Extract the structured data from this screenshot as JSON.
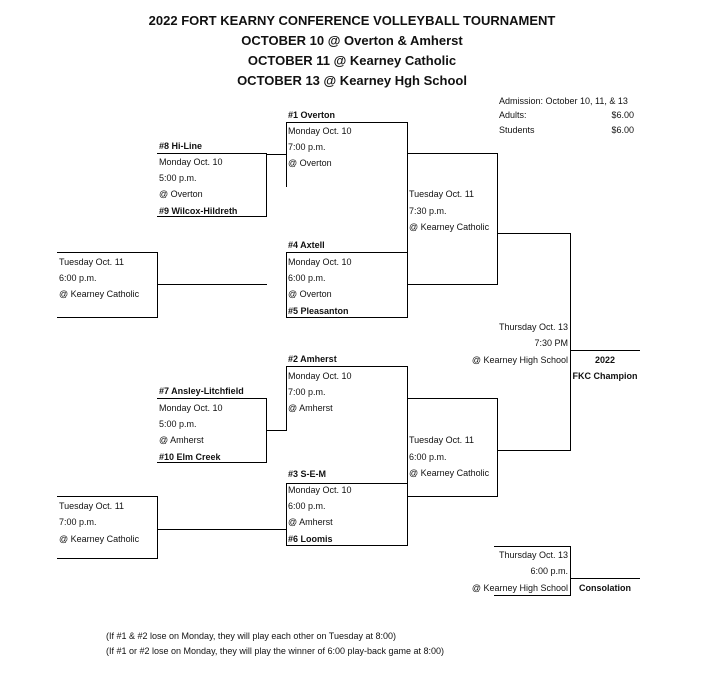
{
  "header": {
    "title": "2022 FORT KEARNY CONFERENCE VOLLEYBALL TOURNAMENT",
    "line2": "OCTOBER 10 @ Overton & Amherst",
    "line3": "OCTOBER 11 @ Kearney Catholic",
    "line4": "OCTOBER 13 @ Kearney Hgh School"
  },
  "admission": {
    "label": "Admission: October 10, 11, & 13",
    "adults_label": "Adults:",
    "adults_price": "$6.00",
    "students_label": "Students",
    "students_price": "$6.00"
  },
  "bracket": {
    "g1": {
      "team_top": "#1 Overton",
      "day": "Monday Oct. 10",
      "time": "7:00 p.m.",
      "site": "@ Overton"
    },
    "g8": {
      "team_top": "#8 Hi-Line",
      "day": "Monday Oct. 10",
      "time": "5:00 p.m.",
      "site": "@ Overton",
      "team_bottom": "#9 Wilcox-Hildreth"
    },
    "semi1": {
      "day": "Tuesday Oct. 11",
      "time": "7:30 p.m.",
      "site": "@ Kearney Catholic"
    },
    "g4": {
      "team_top": "#4 Axtell",
      "day": "Monday Oct. 10",
      "time": "6:00 p.m.",
      "site": "@ Overton",
      "team_bottom": "#5 Pleasanton"
    },
    "pb1": {
      "day": "Tuesday Oct. 11",
      "time": "6:00 p.m.",
      "site": "@ Kearney Catholic"
    },
    "final": {
      "day": "Thursday Oct. 13",
      "time": "7:30 PM",
      "site": "@ Kearney High School",
      "label_1": "2022",
      "label_2": "FKC Champion"
    },
    "g2": {
      "team_top": "#2 Amherst",
      "day": "Monday Oct. 10",
      "time": "7:00 p.m.",
      "site": "@ Amherst"
    },
    "g7": {
      "team_top": "#7 Ansley-Litchfield",
      "day": "Monday Oct. 10",
      "time": "5:00 p.m.",
      "site": "@ Amherst",
      "team_bottom": "#10 Elm Creek"
    },
    "semi2": {
      "day": "Tuesday Oct. 11",
      "time": "6:00 p.m.",
      "site": "@ Kearney Catholic"
    },
    "g3": {
      "team_top": "#3 S-E-M",
      "day": "Monday Oct. 10",
      "time": "6:00 p.m.",
      "site": "@ Amherst",
      "team_bottom": "#6 Loomis"
    },
    "pb2": {
      "day": "Tuesday Oct. 11",
      "time": "7:00 p.m.",
      "site": "@ Kearney Catholic"
    },
    "consolation": {
      "day": "Thursday Oct. 13",
      "time": "6:00 p.m.",
      "site": "@ Kearney High School",
      "label": "Consolation"
    }
  },
  "footnotes": {
    "note1": "(If #1 & #2 lose on Monday, they will play each other on Tuesday at 8:00)",
    "note2": "(If #1 or #2 lose on Monday, they will play the winner of 6:00 play-back game at 8:00)"
  }
}
